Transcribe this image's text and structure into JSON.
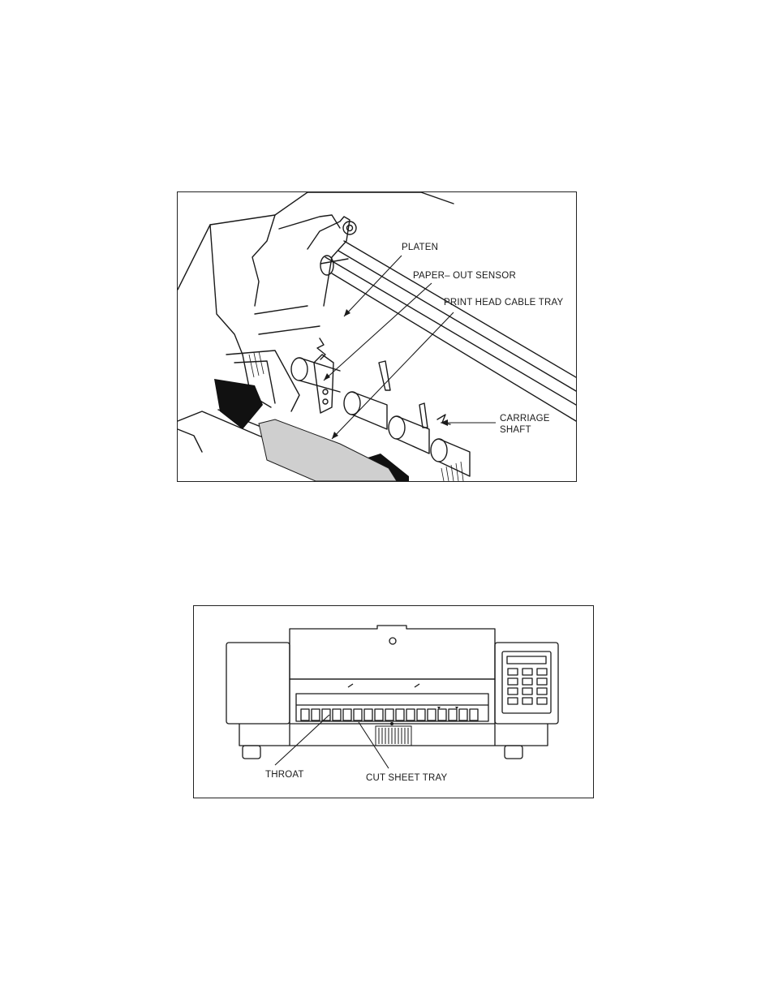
{
  "figure_top": {
    "labels": {
      "platen": "PLATEN",
      "paper_out_sensor": "PAPER– OUT SENSOR",
      "print_head_cable_tray": "PRINT HEAD CABLE TRAY",
      "carriage_shaft_line1": "CARRIAGE",
      "carriage_shaft_line2": "SHAFT"
    }
  },
  "figure_bottom": {
    "labels": {
      "throat": "THROAT",
      "cut_sheet_tray": "CUT SHEET TRAY"
    }
  }
}
